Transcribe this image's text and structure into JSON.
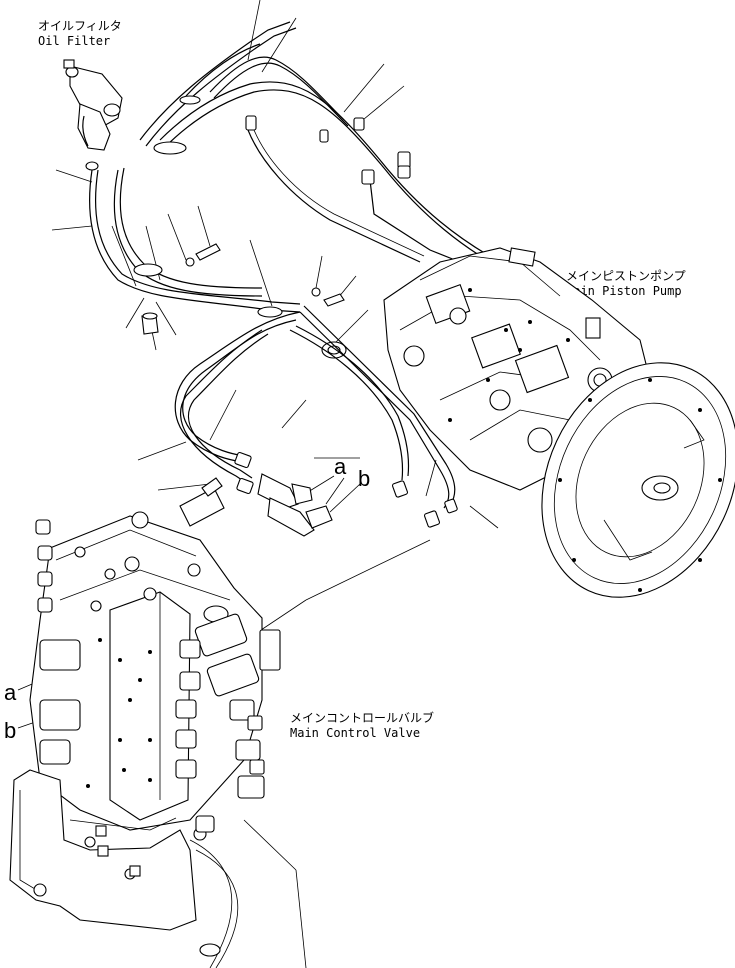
{
  "labels": {
    "oil_filter_jp": "オイルフィルタ",
    "oil_filter_en": "Oil Filter",
    "pump_jp": "メインピストンポンプ",
    "pump_en": "Main Piston Pump",
    "valve_jp": "メインコントロールバルブ",
    "valve_en": "Main Control Valve",
    "callout_a_upper": "a",
    "callout_b_upper": "b",
    "callout_a_left": "a",
    "callout_b_left": "b"
  }
}
